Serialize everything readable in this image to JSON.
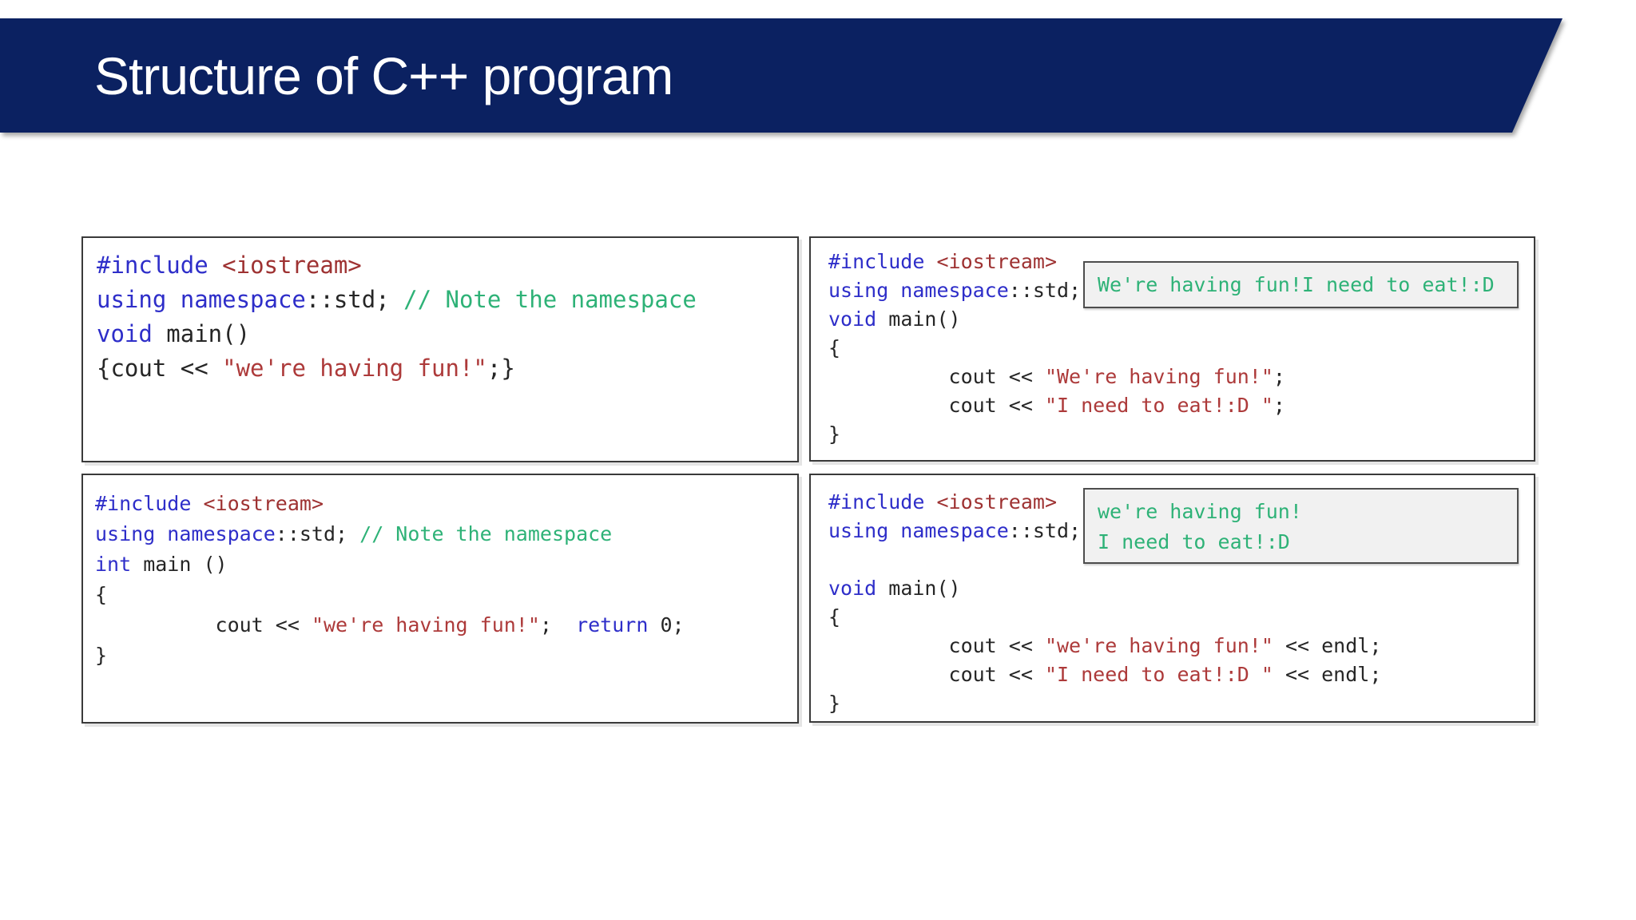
{
  "header": {
    "title": "Structure of C++ program"
  },
  "theme": {
    "banner_color": "#0b2161",
    "title_color": "#ffffff",
    "keyword_color": "#2e2ec9",
    "include_color": "#9e3232",
    "string_color": "#ad3a3a",
    "comment_color": "#2eb277",
    "output_text_color": "#2eb277",
    "output_bg_color": "#f1f1f1"
  },
  "code_boxes": [
    {
      "id": "top-left",
      "lines": [
        [
          {
            "t": "#include",
            "c": "kw"
          },
          {
            "t": " ",
            "c": "pl"
          },
          {
            "t": "<iostream>",
            "c": "ty"
          }
        ],
        [
          {
            "t": "using namespace",
            "c": "kw"
          },
          {
            "t": "::std; ",
            "c": "pl"
          },
          {
            "t": "// Note the namespace",
            "c": "co"
          }
        ],
        [
          {
            "t": "void",
            "c": "kw"
          },
          {
            "t": " main()",
            "c": "pl"
          }
        ],
        [
          {
            "t": "{cout << ",
            "c": "pl"
          },
          {
            "t": "\"we're having fun!\"",
            "c": "st"
          },
          {
            "t": ";}",
            "c": "pl"
          }
        ]
      ],
      "output": null
    },
    {
      "id": "top-right",
      "lines": [
        [
          {
            "t": "#include",
            "c": "kw"
          },
          {
            "t": " ",
            "c": "pl"
          },
          {
            "t": "<iostream>",
            "c": "ty"
          }
        ],
        [
          {
            "t": "using namespace",
            "c": "kw"
          },
          {
            "t": "::std;",
            "c": "pl"
          }
        ],
        [
          {
            "t": "void",
            "c": "kw"
          },
          {
            "t": " main()",
            "c": "pl"
          }
        ],
        [
          {
            "t": "{",
            "c": "pl"
          }
        ],
        [
          {
            "t": "          cout << ",
            "c": "pl"
          },
          {
            "t": "\"We're having fun!\"",
            "c": "st"
          },
          {
            "t": ";",
            "c": "pl"
          }
        ],
        [
          {
            "t": "          cout << ",
            "c": "pl"
          },
          {
            "t": "\"I need to eat!:D \"",
            "c": "st"
          },
          {
            "t": ";",
            "c": "pl"
          }
        ],
        [
          {
            "t": "}",
            "c": "pl"
          }
        ]
      ],
      "output": {
        "lines": [
          "We're having fun!I need to eat!:D"
        ]
      }
    },
    {
      "id": "bottom-left",
      "lines": [
        [
          {
            "t": "#include",
            "c": "kw"
          },
          {
            "t": " ",
            "c": "pl"
          },
          {
            "t": "<iostream>",
            "c": "ty"
          }
        ],
        [
          {
            "t": "using namespace",
            "c": "kw"
          },
          {
            "t": "::std; ",
            "c": "pl"
          },
          {
            "t": "// Note the namespace",
            "c": "co"
          }
        ],
        [
          {
            "t": "int",
            "c": "kw"
          },
          {
            "t": " main ()",
            "c": "pl"
          }
        ],
        [
          {
            "t": "{",
            "c": "pl"
          }
        ],
        [
          {
            "t": "          cout << ",
            "c": "pl"
          },
          {
            "t": "\"we're having fun!\"",
            "c": "st"
          },
          {
            "t": ";  ",
            "c": "pl"
          },
          {
            "t": "return",
            "c": "kw"
          },
          {
            "t": " 0;",
            "c": "pl"
          }
        ],
        [
          {
            "t": "}",
            "c": "pl"
          }
        ]
      ],
      "output": null
    },
    {
      "id": "bottom-right",
      "lines": [
        [
          {
            "t": "#include",
            "c": "kw"
          },
          {
            "t": " ",
            "c": "pl"
          },
          {
            "t": "<iostream>",
            "c": "ty"
          }
        ],
        [
          {
            "t": "using namespace",
            "c": "kw"
          },
          {
            "t": "::std;",
            "c": "pl"
          }
        ],
        [],
        [
          {
            "t": "void",
            "c": "kw"
          },
          {
            "t": " main()",
            "c": "pl"
          }
        ],
        [
          {
            "t": "{",
            "c": "pl"
          }
        ],
        [
          {
            "t": "          cout << ",
            "c": "pl"
          },
          {
            "t": "\"we're having fun!\"",
            "c": "st"
          },
          {
            "t": " << endl;",
            "c": "pl"
          }
        ],
        [
          {
            "t": "          cout << ",
            "c": "pl"
          },
          {
            "t": "\"I need to eat!:D \"",
            "c": "st"
          },
          {
            "t": " << endl;",
            "c": "pl"
          }
        ],
        [
          {
            "t": "}",
            "c": "pl"
          }
        ]
      ],
      "output": {
        "lines": [
          "we're having fun!",
          "I need to eat!:D"
        ]
      }
    }
  ]
}
